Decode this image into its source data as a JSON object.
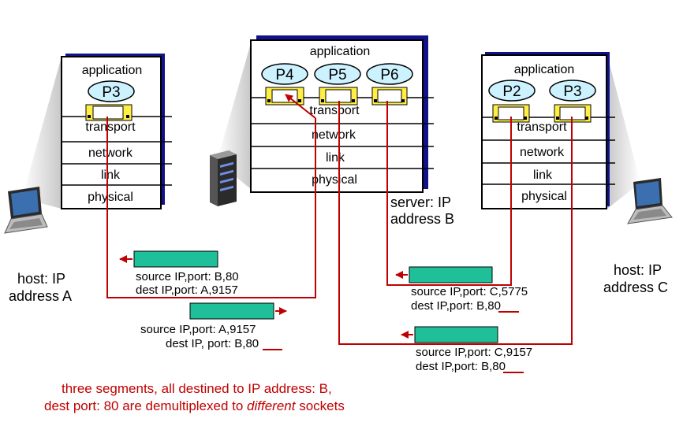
{
  "host_a": {
    "layers": [
      "application",
      "transport",
      "network",
      "link",
      "physical"
    ],
    "process": "P3",
    "caption": [
      "host: IP",
      "address A"
    ]
  },
  "server": {
    "layers": [
      "application",
      "transport",
      "network",
      "link",
      "physical"
    ],
    "processes": [
      "P4",
      "P5",
      "P6"
    ],
    "caption": [
      "server: IP",
      "address B"
    ]
  },
  "host_c": {
    "layers": [
      "application",
      "transport",
      "network",
      "link",
      "physical"
    ],
    "processes": [
      "P2",
      "P3"
    ],
    "caption": [
      "host: IP",
      "address C"
    ]
  },
  "segments": [
    {
      "line1": "source IP,port: B,80",
      "line2": "dest IP,port: A,9157"
    },
    {
      "line1": "source IP,port: A,9157",
      "line2_prefix": "dest IP, port: B,",
      "line2_port": "80"
    },
    {
      "line1": "source IP,port: C,5775",
      "line2_prefix": "dest IP,port: B,",
      "line2_port": "80"
    },
    {
      "line1": "source IP,port: C,9157",
      "line2_prefix": "dest IP,port: B,",
      "line2_port": "80"
    }
  ],
  "footer": {
    "line1": "three segments, all destined to IP address: B,",
    "line2_prefix": "dest port: 80 are demultiplexed to ",
    "line2_emph": "different",
    "line2_suffix": " sockets"
  },
  "colors": {
    "red": "#c00000",
    "segment": "#1fbf9a",
    "process": "#ccf2ff",
    "socket": "#ffee44",
    "stack_shadow": "#11118a"
  }
}
